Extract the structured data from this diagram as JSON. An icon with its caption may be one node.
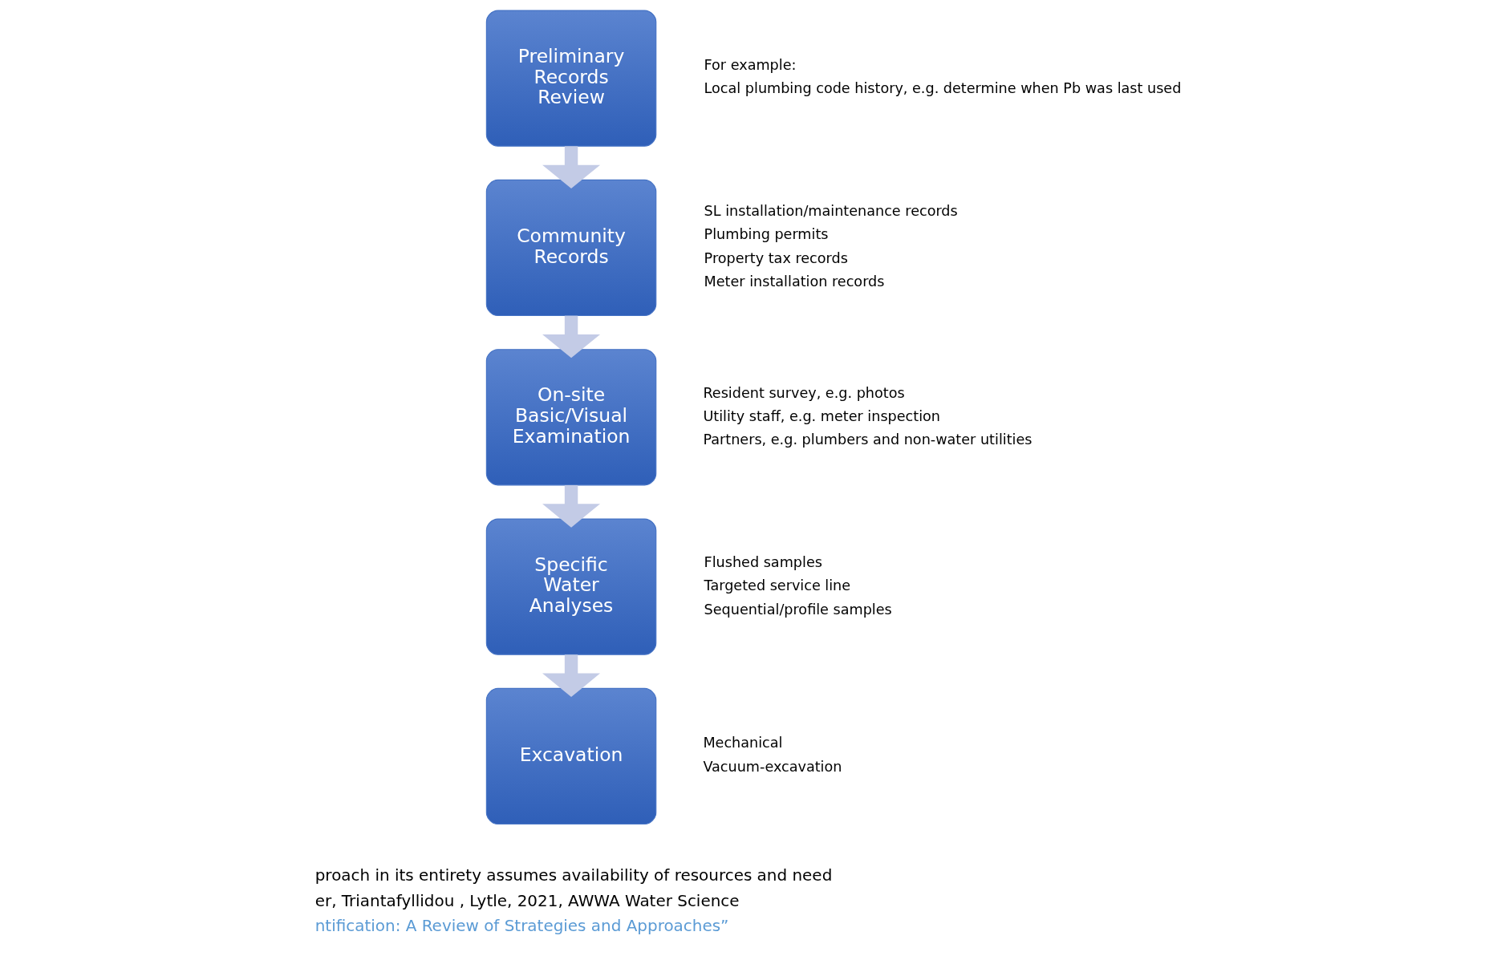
{
  "diagram": {
    "nodes": [
      {
        "text": [
          "Preliminary Records Review"
        ],
        "beside": [
          "For example:",
          "Local plumbing code history, e.g. determine when Pb was last used"
        ]
      },
      {
        "text": [
          "Community Records"
        ],
        "beside": [
          "SL installation/maintenance records",
          "Plumbing permits",
          "Property tax records",
          "Meter installation records"
        ]
      },
      {
        "text": [
          "On-site Basic/Visual Examination"
        ],
        "beside": [
          "Resident survey, e.g. photos",
          "Utility staff, e.g. meter inspection",
          "Partners, e.g. plumbers and non-water utilities"
        ]
      },
      {
        "text": [
          "Specific Water Analyses"
        ],
        "beside": [
          "Flushed samples",
          "Targeted service line",
          "Sequential/profile samples"
        ]
      },
      {
        "text": [
          "Excavation"
        ],
        "beside": [
          "Mechanical",
          "Vacuum-excavation"
        ]
      }
    ],
    "edges": [
      {
        "from": 0,
        "to": 1,
        "arrow": "to"
      },
      {
        "from": 1,
        "to": 2,
        "arrow": "to"
      },
      {
        "from": 2,
        "to": 3,
        "arrow": "to"
      },
      {
        "from": 3,
        "to": 4,
        "arrow": "to"
      }
    ],
    "labels": [
      "proach in its entirety assumes availability of resources and need",
      "er, Triantafyllidou , Lytle, 2021, AWWA Water Science",
      "ntification: A Review of Strategies and Approaches”"
    ]
  }
}
